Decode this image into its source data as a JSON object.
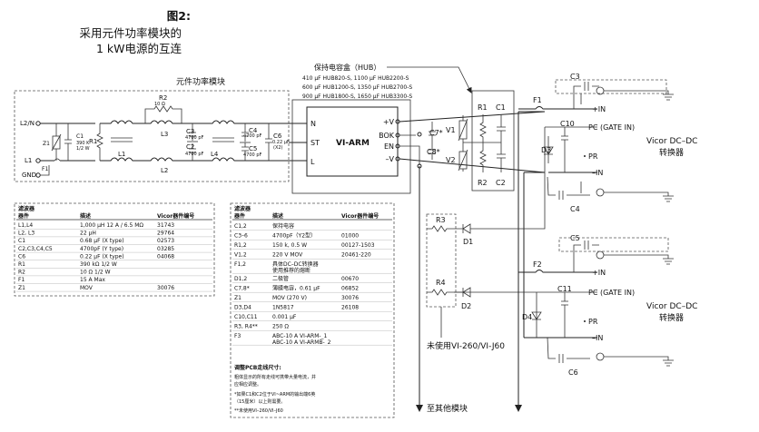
{
  "figure": {
    "number": "图2:",
    "title_line1": "采用元件功率模块的",
    "title_line2": "1 kW电源的互连"
  },
  "filter": {
    "label": "元件功率模块",
    "inputs": {
      "l2n": "L2/N",
      "l1": "L1",
      "gnd": "GND",
      "f1": "F1"
    },
    "parts": {
      "z1": "Z1",
      "c1": "C1",
      "c1_val": "390 K",
      "c1_val2": "1/2 W",
      "r1": "R1",
      "l1": "L1",
      "r2": "R2",
      "r2_val": "10 Ω",
      "r2_val2": "1/2 W",
      "l3": "L3",
      "l2": "L2",
      "c3": "C3",
      "c3_val": "4700 pF",
      "c2": "C2",
      "c2_val": "4700 pF",
      "l4": "L4",
      "c4": "C4",
      "c4_val": "4700 pF",
      "c5": "C5",
      "c5_val": "4700 pF",
      "c6": "C6",
      "c6_val": "0.22 µF",
      "c6_val2": "(X2)"
    }
  },
  "hub": {
    "title": "保持电容盒（HUB）",
    "rows": [
      "410 µF HUB820-S,  1100 µF HUB2200-S",
      "600 µF HUB1200-S, 1350 µF HUB2700-S",
      "900 µF HUB1800-S, 1650 µF HUB3300-S"
    ]
  },
  "viarm": {
    "name": "VI-ARM",
    "pins_left": [
      "N",
      "ST",
      "L"
    ],
    "pins_right": [
      "+V",
      "BOK",
      "EN",
      "–V"
    ]
  },
  "mid": {
    "c7": "C7*",
    "c8": "C8*",
    "v1": "V1",
    "v2": "V2",
    "r1": "R1",
    "r2": "R2",
    "c1": "C1",
    "c2": "C2"
  },
  "right": {
    "f1": "F1",
    "f2": "F2",
    "c3": "C3",
    "c4": "C4",
    "c5": "C5",
    "c6": "C6",
    "c10": "C10",
    "c11": "C11",
    "d3": "D3",
    "d4": "D4",
    "pins": [
      "+IN",
      "PC (GATE IN)",
      "PR",
      "–IN"
    ],
    "conv_line1": "Vicor DC–DC",
    "conv_line2": "转换器"
  },
  "bottom": {
    "r3": "R3",
    "r4": "R4",
    "d1": "D1",
    "d2": "D2",
    "unused": "未使用VI-260/VI-J60",
    "to_other": "至其他模块"
  },
  "table1": {
    "section": "滤波器",
    "headers": [
      "器件",
      "描述",
      "Vicor器件编号"
    ],
    "rows": [
      [
        "L1,L4",
        "1,000 µH 12 A / 6.5 MΩ",
        "31743"
      ],
      [
        "L2, L3",
        "22 µH",
        "29764"
      ],
      [
        "C1",
        "0.68 µF (X type)",
        "02573"
      ],
      [
        "C2,C3,C4,C5",
        "4700pF (Y type)",
        "03285"
      ],
      [
        "C6",
        "0.22 µF (X type)",
        "04068"
      ],
      [
        "R1",
        "390 kΩ 1/2 W",
        ""
      ],
      [
        "R2",
        "10 Ω 1/2 W",
        ""
      ],
      [
        "F1",
        "15 A Max",
        ""
      ],
      [
        "Z1",
        "MOV",
        "30076"
      ]
    ]
  },
  "table2": {
    "section": "滤波器",
    "headers": [
      "器件",
      "描述",
      "Vicor器件编号"
    ],
    "rows": [
      [
        "C1,2",
        "保持电容",
        ""
      ],
      [
        "C3–6",
        "4700pF（Y2型）",
        "01000"
      ],
      [
        "R1,2",
        "150 k, 0.5 W",
        "00127-1503"
      ],
      [
        "V1,2",
        "220 V MOV",
        "20461-220"
      ],
      [
        "F1,2",
        "具体DC–DC转换器\n使用推荐的熔断",
        ""
      ],
      [
        "D1,2",
        "二极管",
        "00670"
      ],
      [
        "C7,8*",
        "薄膜电容，0.61 µF",
        "06852"
      ],
      [
        "Z1",
        "MOV (270 V)",
        "30076"
      ],
      [
        "D3,D4",
        "1N5817",
        "26108"
      ],
      [
        "C10,C11",
        "0.001 µF",
        ""
      ],
      [
        "R3, R4**",
        "250 Ω",
        ""
      ],
      [
        "F3",
        "ABC-10 A VI-ARM-_1\nABC-10 A VI-ARMB-_2",
        ""
      ]
    ],
    "notes_title": "调整PCB走线尺寸:",
    "notes": [
      "粗体显示的所有走线可携带大量电流，并",
      "应相应调整。",
      "*如果C1和C2位于VI~ARM的输出端6英",
      "（15厘米）以上则需要。",
      "**未使用VI–260/VI–J60"
    ]
  }
}
